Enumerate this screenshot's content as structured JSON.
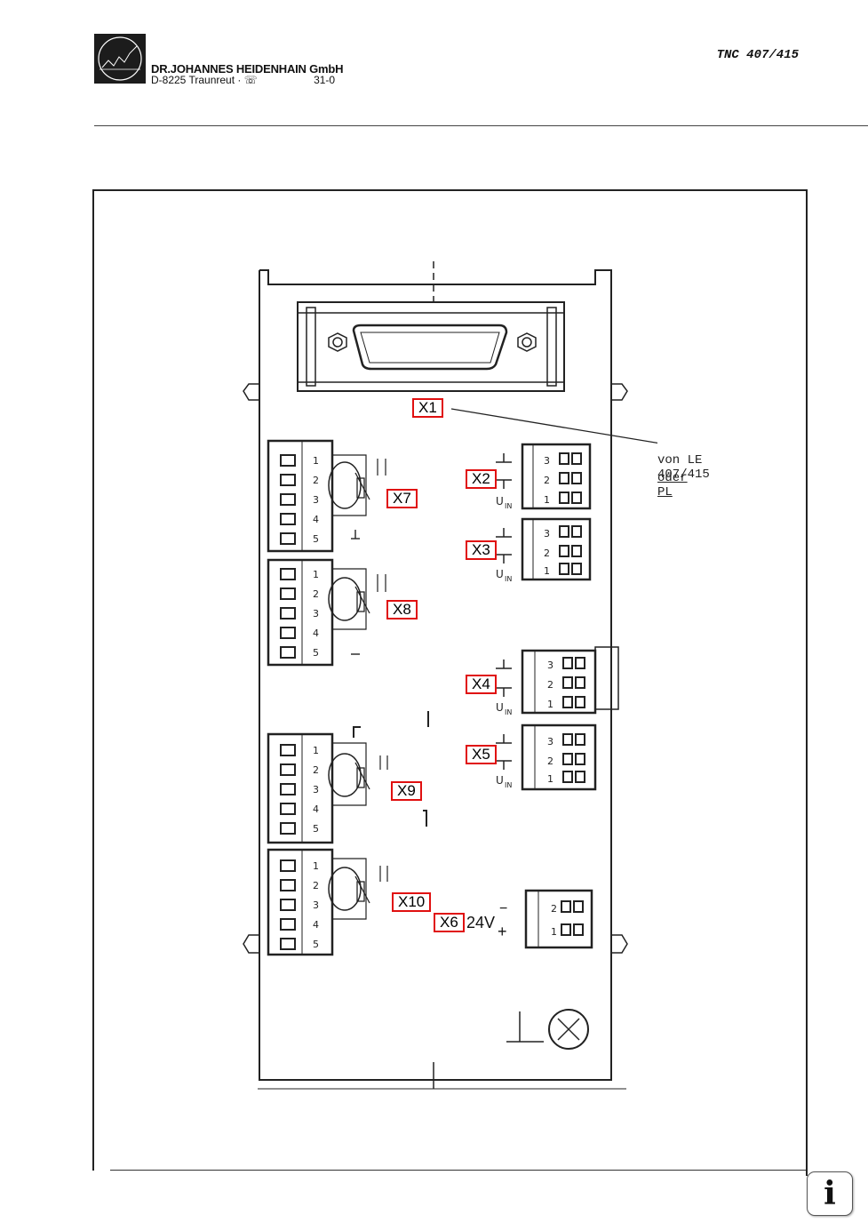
{
  "header": {
    "company": "DR.JOHANNES HEIDENHAIN GmbH",
    "address": "D-8225 Traunreut · ☏",
    "phone": "31-0",
    "doc_title": "TNC 407/415"
  },
  "diagram": {
    "labels": {
      "x1": "X1",
      "x2": "X2",
      "x3": "X3",
      "x4": "X4",
      "x5": "X5",
      "x6": "X6",
      "x7": "X7",
      "x8": "X8",
      "x9": "X9",
      "x10": "X10"
    },
    "voltage": "24V",
    "minus": "−",
    "plus": "+",
    "note_line1": "von LE 407/415",
    "note_line2": "oder PL"
  },
  "info_button": {
    "icon": "info-icon",
    "glyph": "i"
  }
}
